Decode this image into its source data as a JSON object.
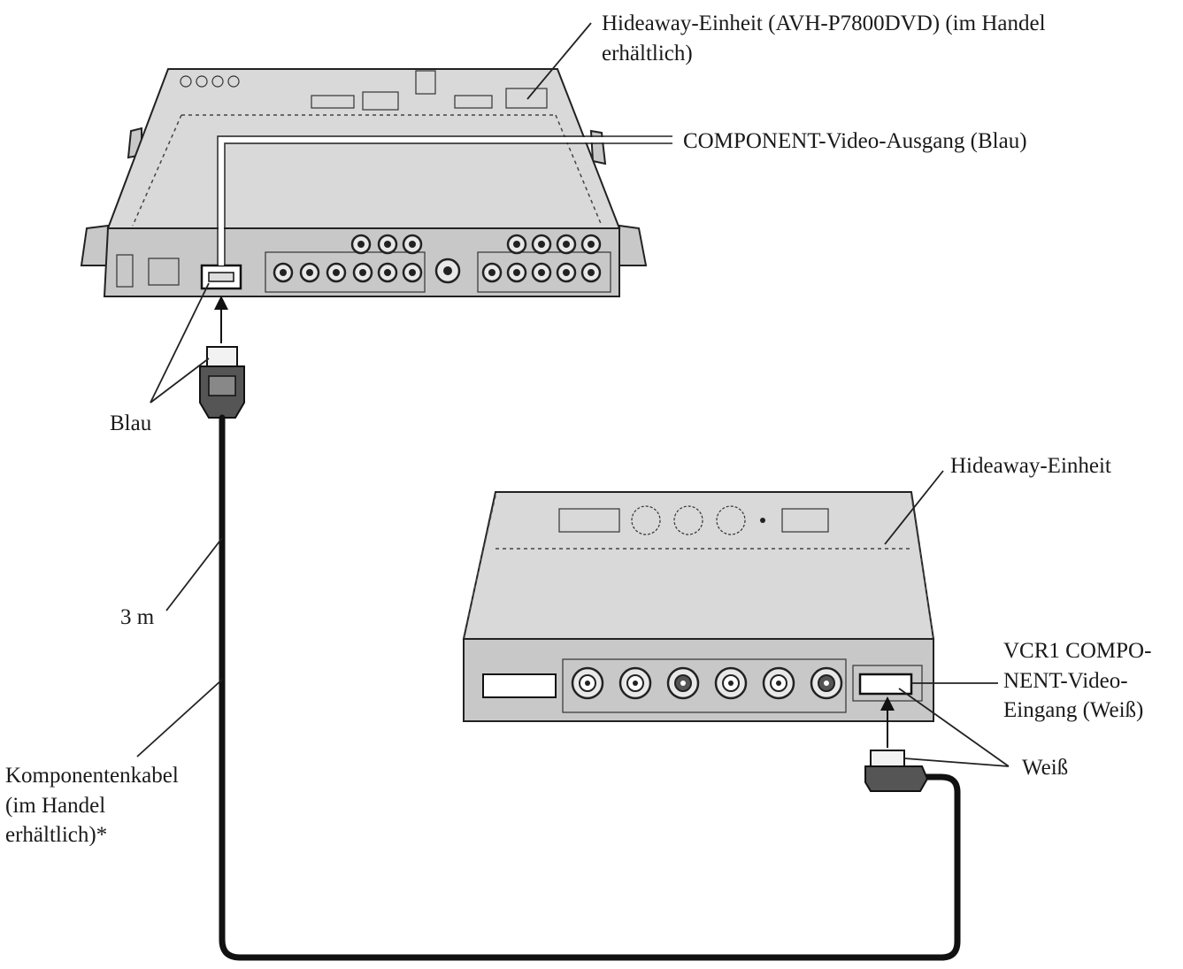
{
  "labels": {
    "top_unit_line1": "Hideaway-Einheit (AVH-P7800DVD) (im Handel",
    "top_unit_line2": "erhältlich)",
    "component_out": "COMPONENT-Video-Ausgang (Blau)",
    "blau": "Blau",
    "bottom_unit": "Hideaway-Einheit",
    "length": "3 m",
    "cable_line1": "Komponentenkabel",
    "cable_line2": "(im Handel",
    "cable_line3": "erhältlich)*",
    "vcr_line1": "VCR1 COMPO-",
    "vcr_line2": "NENT-Video-",
    "vcr_line3": "Eingang (Weiß)",
    "weiss": "Weiß"
  },
  "colors": {
    "connector_top": "Blau",
    "connector_bottom": "Weiß"
  }
}
